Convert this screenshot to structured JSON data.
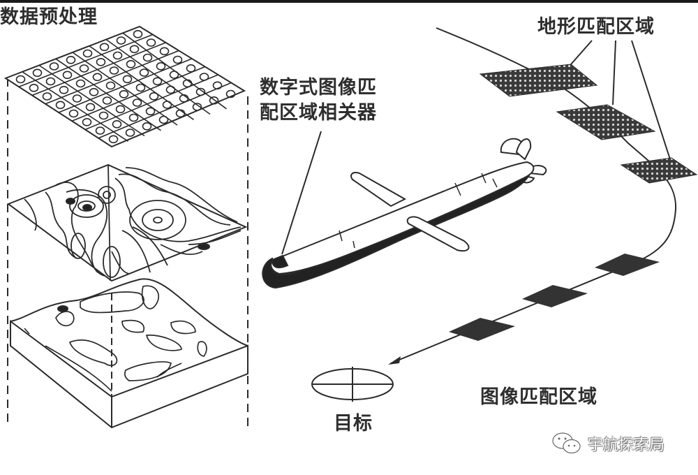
{
  "diagram": {
    "title": "Cruise missile terrain and scene matching guidance",
    "labels": {
      "data_preprocessing": "数据预处理",
      "correlator_line1": "数字式图像匹",
      "correlator_line2": "配区域相关器",
      "terrain_matching_areas": "地形匹配区域",
      "scene_matching_areas": "图像匹配区域",
      "target": "目标"
    },
    "layers": [
      {
        "name": "digital-grid-layer",
        "description": "8x8 grid with circles"
      },
      {
        "name": "contour-map-layer",
        "description": "topographic contour lines"
      },
      {
        "name": "terrain-block-layer",
        "description": "3D terrain block"
      }
    ],
    "terrain_patch_count": 3,
    "scene_patch_count": 3,
    "colors": {
      "ink": "#2a2a2a",
      "background": "#ffffff",
      "patch_fill": "#3a3a3a"
    }
  },
  "watermark": {
    "icon": "wechat-icon",
    "text": "宇航探索局"
  }
}
